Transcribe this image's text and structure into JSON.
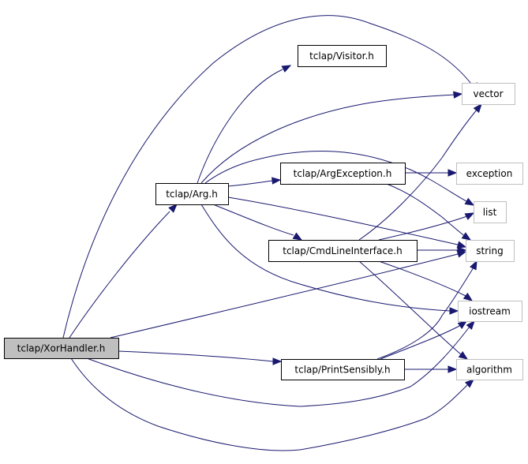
{
  "title": "Include dependency graph for tclap/XorHandler.h",
  "colors": {
    "edge": "#191970",
    "root_fill": "#bfbfbf",
    "internal_border": "#000000",
    "external_border": "#bfbfbf"
  },
  "nodes": [
    {
      "id": "xorhandler",
      "label": "tclap/XorHandler.h",
      "kind": "root"
    },
    {
      "id": "arg",
      "label": "tclap/Arg.h",
      "kind": "internal"
    },
    {
      "id": "visitor",
      "label": "tclap/Visitor.h",
      "kind": "internal"
    },
    {
      "id": "argexception",
      "label": "tclap/ArgException.h",
      "kind": "internal"
    },
    {
      "id": "cmdlineinterface",
      "label": "tclap/CmdLineInterface.h",
      "kind": "internal"
    },
    {
      "id": "printsensibly",
      "label": "tclap/PrintSensibly.h",
      "kind": "internal"
    },
    {
      "id": "vector",
      "label": "vector",
      "kind": "external"
    },
    {
      "id": "exception",
      "label": "exception",
      "kind": "external"
    },
    {
      "id": "list",
      "label": "list",
      "kind": "external"
    },
    {
      "id": "string",
      "label": "string",
      "kind": "external"
    },
    {
      "id": "iostream",
      "label": "iostream",
      "kind": "external"
    },
    {
      "id": "algorithm",
      "label": "algorithm",
      "kind": "external"
    }
  ],
  "edges": [
    {
      "from": "xorhandler",
      "to": "arg"
    },
    {
      "from": "xorhandler",
      "to": "vector"
    },
    {
      "from": "xorhandler",
      "to": "string"
    },
    {
      "from": "xorhandler",
      "to": "printsensibly"
    },
    {
      "from": "xorhandler",
      "to": "iostream"
    },
    {
      "from": "xorhandler",
      "to": "algorithm"
    },
    {
      "from": "arg",
      "to": "visitor"
    },
    {
      "from": "arg",
      "to": "vector"
    },
    {
      "from": "arg",
      "to": "list"
    },
    {
      "from": "arg",
      "to": "argexception"
    },
    {
      "from": "arg",
      "to": "string"
    },
    {
      "from": "arg",
      "to": "cmdlineinterface"
    },
    {
      "from": "arg",
      "to": "iostream"
    },
    {
      "from": "argexception",
      "to": "exception"
    },
    {
      "from": "argexception",
      "to": "string"
    },
    {
      "from": "cmdlineinterface",
      "to": "vector"
    },
    {
      "from": "cmdlineinterface",
      "to": "list"
    },
    {
      "from": "cmdlineinterface",
      "to": "string"
    },
    {
      "from": "cmdlineinterface",
      "to": "iostream"
    },
    {
      "from": "cmdlineinterface",
      "to": "algorithm"
    },
    {
      "from": "printsensibly",
      "to": "string"
    },
    {
      "from": "printsensibly",
      "to": "iostream"
    },
    {
      "from": "printsensibly",
      "to": "algorithm"
    }
  ]
}
